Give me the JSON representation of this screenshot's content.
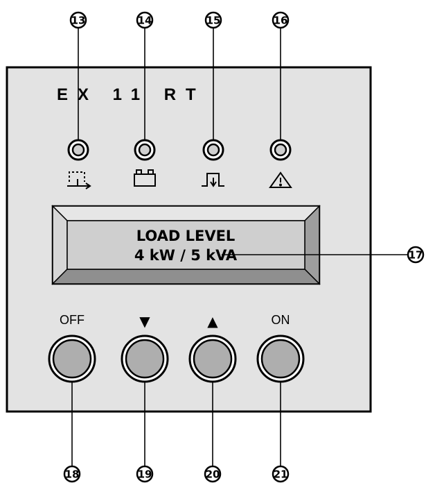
{
  "callouts": {
    "led_ac": "13",
    "led_battery": "14",
    "led_bypass": "15",
    "led_fault": "16",
    "display": "17",
    "off_button": "18",
    "down_button": "19",
    "up_button": "20",
    "on_button": "21"
  },
  "panel": {
    "brand": "EX 11 RT",
    "display_line1": "LOAD LEVEL",
    "display_line2": "4 kW / 5 kVA"
  },
  "buttons": {
    "off_label": "OFF",
    "down_label": "▼",
    "up_label": "▲",
    "on_label": "ON"
  },
  "icons": {
    "led_ac": "ac-input-icon",
    "led_battery": "battery-icon",
    "led_bypass": "bypass-icon",
    "led_fault": "warning-icon"
  },
  "colors": {
    "panel": "#e3e3e3",
    "lcd": "#cfcfcf",
    "button": "#aeaeae",
    "outline": "#000000"
  }
}
